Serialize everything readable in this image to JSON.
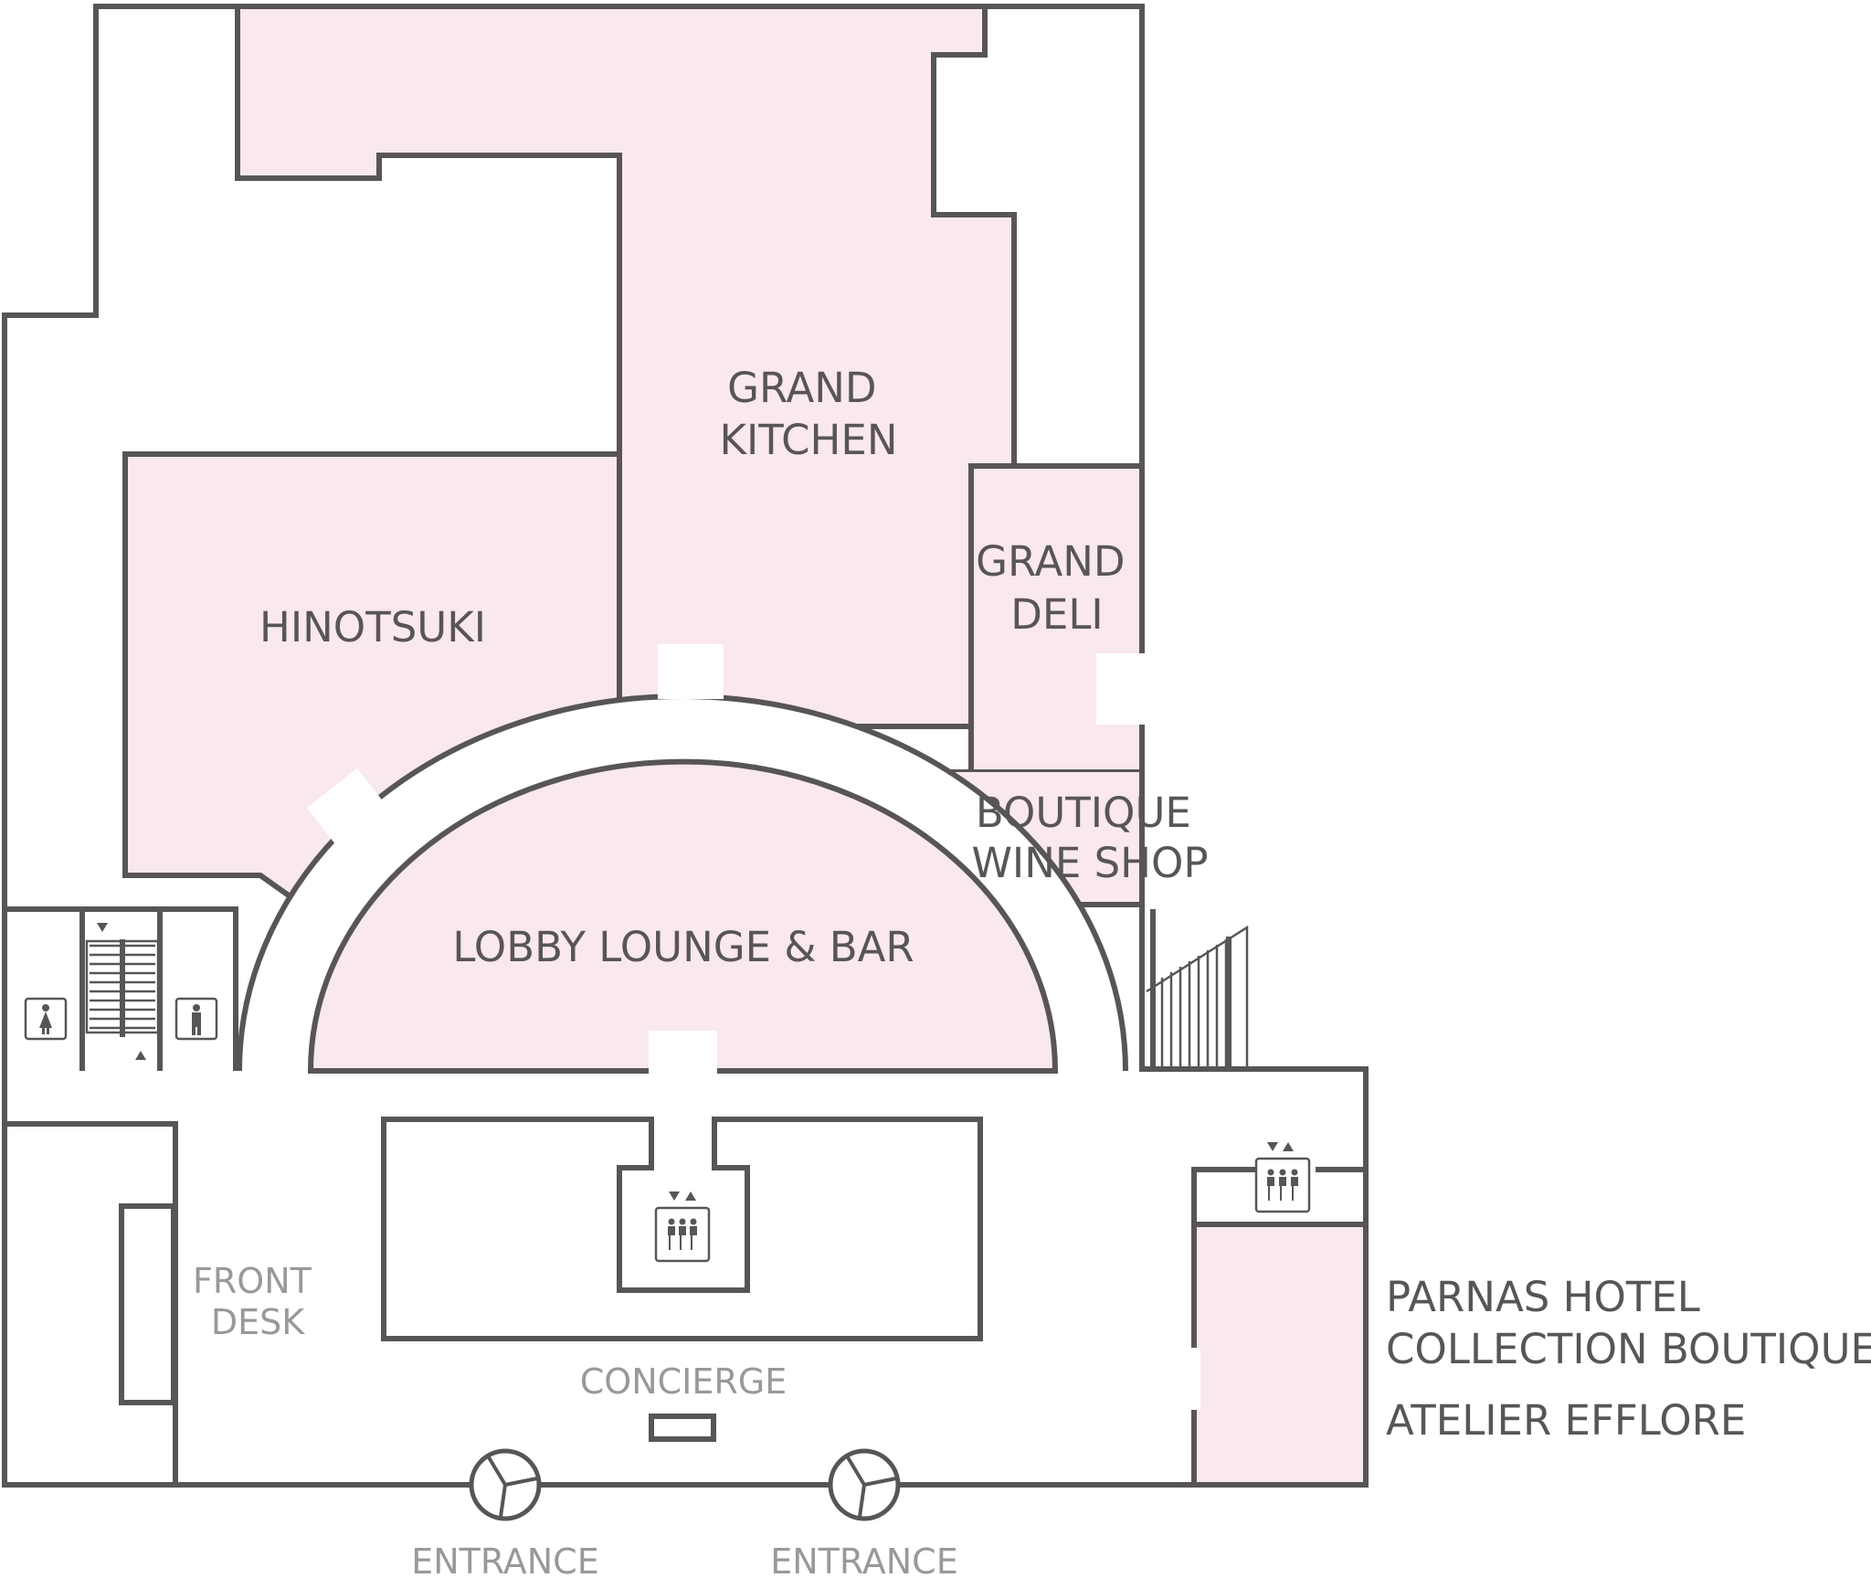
{
  "rooms": {
    "grand_kitchen": [
      "GRAND",
      "KITCHEN"
    ],
    "grand_deli": [
      "GRAND",
      "DELI"
    ],
    "hinotsuki": "HINOTSUKI",
    "boutique_wine_shop": [
      "BOUTIQUE",
      "WINE SHOP"
    ],
    "lobby_lounge_bar": "LOBBY LOUNGE & BAR",
    "front_desk": [
      "FRONT",
      "DESK"
    ],
    "concierge": "CONCIERGE",
    "parnas_boutique": [
      "PARNAS HOTEL",
      "COLLECTION BOUTIQUE"
    ],
    "atelier_efflore": "ATELIER EFFLORE"
  },
  "entrances": [
    "ENTRANCE",
    "ENTRANCE"
  ],
  "icons": {
    "restroom_women": "female-restroom-icon",
    "restroom_men": "male-restroom-icon",
    "elevator": "elevator-icon",
    "escalator": "escalator-icon",
    "revolving_door": "revolving-door-icon"
  },
  "colors": {
    "wall": "#585556",
    "room_fill": "#f9e8ec",
    "secondary_text": "#9a9899"
  }
}
